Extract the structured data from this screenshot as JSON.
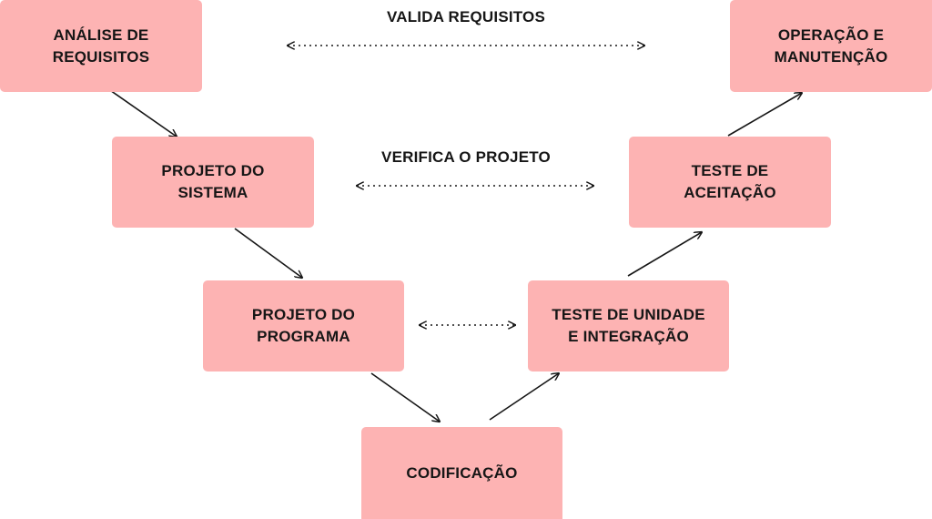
{
  "diagram": {
    "colors": {
      "box_fill": "#fdb3b3",
      "text": "#161616",
      "line": "#161616"
    },
    "steps": [
      {
        "id": "analise",
        "lines": [
          "ANÁLISE DE",
          "REQUISITOS"
        ]
      },
      {
        "id": "projeto_sistema",
        "lines": [
          "PROJETO DO",
          "SISTEMA"
        ]
      },
      {
        "id": "projeto_programa",
        "lines": [
          "PROJETO DO",
          "PROGRAMA"
        ]
      },
      {
        "id": "codificacao",
        "lines": [
          "CODIFICAÇÃO"
        ]
      },
      {
        "id": "teste_unidade",
        "lines": [
          "TESTE DE UNIDADE",
          "E INTEGRAÇÃO"
        ]
      },
      {
        "id": "teste_aceitacao",
        "lines": [
          "TESTE DE",
          "ACEITAÇÃO"
        ]
      },
      {
        "id": "operacao",
        "lines": [
          "OPERAÇÃO E",
          "MANUTENÇÃO"
        ]
      }
    ],
    "relations": {
      "valida": "VALIDA REQUISITOS",
      "verifica": "VERIFICA O PROJETO"
    }
  }
}
